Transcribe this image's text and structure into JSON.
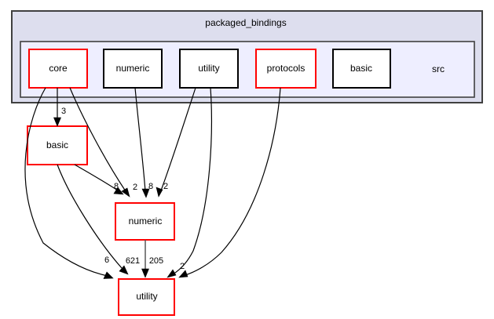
{
  "graph": {
    "type": "directory-dependency-graph",
    "title": "packaged_bindings",
    "clusters": [
      {
        "id": "outer",
        "label": "packaged_bindings",
        "fill": "#dddeee",
        "stroke": "#404040"
      },
      {
        "id": "inner",
        "label": "src",
        "fill": "#eeeeff",
        "stroke": "#404040"
      }
    ],
    "nodes": [
      {
        "id": "core_top",
        "label": "core",
        "border": "#ff0000",
        "fill": "#ffffff"
      },
      {
        "id": "numeric_top",
        "label": "numeric",
        "border": "#000000",
        "fill": "#ffffff"
      },
      {
        "id": "utility_top",
        "label": "utility",
        "border": "#000000",
        "fill": "#ffffff"
      },
      {
        "id": "protocols_top",
        "label": "protocols",
        "border": "#ff0000",
        "fill": "#ffffff"
      },
      {
        "id": "basic_top",
        "label": "basic",
        "border": "#000000",
        "fill": "#ffffff"
      },
      {
        "id": "src_label",
        "label": "src",
        "border": "none",
        "fill": "none"
      },
      {
        "id": "basic_mid",
        "label": "basic",
        "border": "#ff0000",
        "fill": "#ffffff"
      },
      {
        "id": "numeric_mid",
        "label": "numeric",
        "border": "#ff0000",
        "fill": "#ffffff"
      },
      {
        "id": "utility_bot",
        "label": "utility",
        "border": "#ff0000",
        "fill": "#ffffff"
      }
    ],
    "edges": [
      {
        "from": "core_top",
        "to": "basic_mid",
        "label": "3"
      },
      {
        "from": "core_top",
        "to": "utility_bot",
        "label": "6"
      },
      {
        "from": "core_top",
        "to": "numeric_mid",
        "label": "2"
      },
      {
        "from": "basic_mid",
        "to": "numeric_mid",
        "label": "8"
      },
      {
        "from": "basic_mid",
        "to": "utility_bot",
        "label": "621"
      },
      {
        "from": "numeric_top",
        "to": "numeric_mid",
        "label": "8"
      },
      {
        "from": "utility_top",
        "to": "numeric_mid",
        "label": "2"
      },
      {
        "from": "utility_top",
        "to": "utility_bot",
        "label": ""
      },
      {
        "from": "protocols_top",
        "to": "utility_bot",
        "label": "2"
      },
      {
        "from": "numeric_mid",
        "to": "utility_bot",
        "label": "205"
      }
    ],
    "edge_labels_into_numeric": [
      "8",
      "2",
      "8",
      "2"
    ],
    "edge_labels_into_utility": [
      "6",
      "621",
      "205",
      "2"
    ],
    "edge_label_to_basic": "3"
  }
}
